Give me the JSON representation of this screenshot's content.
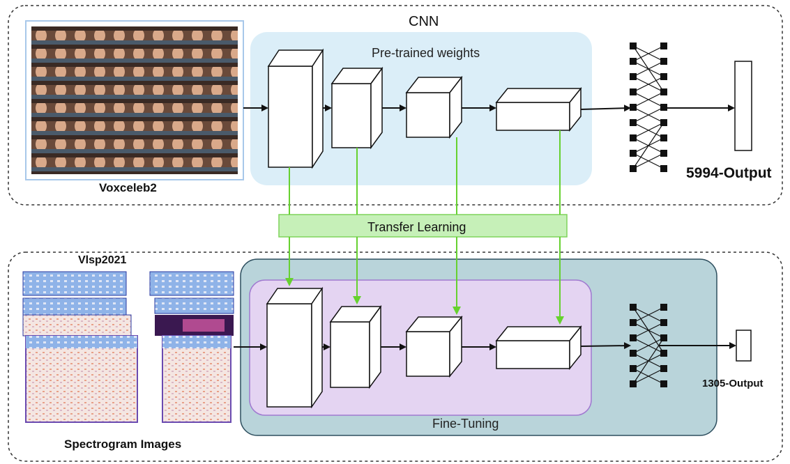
{
  "top_panel": {
    "title": "CNN",
    "pretrained_label": "Pre-trained weights",
    "dataset_label": "Voxceleb2",
    "output_label": "5994-Output"
  },
  "transfer": {
    "label": "Transfer Learning"
  },
  "bottom_panel": {
    "dataset_label": "Vlsp2021",
    "finetune_label": "Fine-Tuning",
    "output_label": "1305-Output",
    "spectrogram_label": "Spectrogram Images"
  },
  "colors": {
    "pretrained_bg": "#dbeef8",
    "transfer_bg": "#c6f0b8",
    "transfer_border": "#7fd45a",
    "transfer_arrow": "#66d12f",
    "finetune_outer_bg": "#b9d4da",
    "finetune_inner_bg": "#e4d4f2",
    "finetune_inner_border": "#a07ad0",
    "face_frame": "#a8c8ea"
  }
}
